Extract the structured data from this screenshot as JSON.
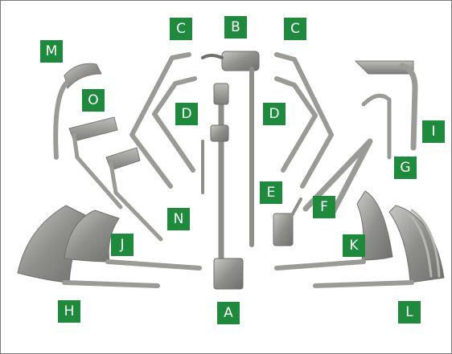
{
  "figure": {
    "label_color": "#1e8a3c",
    "instrument_color": "#9a9a96",
    "labels": [
      {
        "key": "A",
        "text": "A"
      },
      {
        "key": "B",
        "text": "B"
      },
      {
        "key": "C1",
        "text": "C"
      },
      {
        "key": "C2",
        "text": "C"
      },
      {
        "key": "D1",
        "text": "D"
      },
      {
        "key": "D2",
        "text": "D"
      },
      {
        "key": "E",
        "text": "E"
      },
      {
        "key": "F",
        "text": "F"
      },
      {
        "key": "G",
        "text": "G"
      },
      {
        "key": "H",
        "text": "H"
      },
      {
        "key": "I",
        "text": "I"
      },
      {
        "key": "J",
        "text": "J"
      },
      {
        "key": "K",
        "text": "K"
      },
      {
        "key": "L",
        "text": "L"
      },
      {
        "key": "M",
        "text": "M"
      },
      {
        "key": "N",
        "text": "N"
      },
      {
        "key": "O",
        "text": "O"
      }
    ]
  }
}
